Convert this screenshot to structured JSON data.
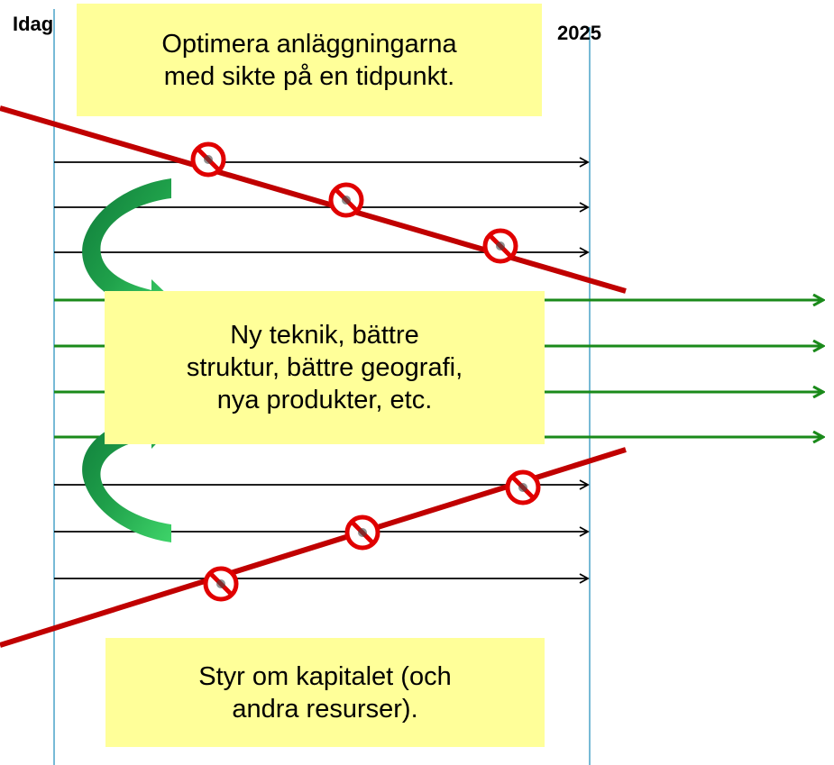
{
  "labels": {
    "today": "Idag",
    "target_year": "2025"
  },
  "boxes": {
    "optimize_line1": "Optimera anläggningarna",
    "optimize_line2": "med sikte på en tidpunkt.",
    "new_tech_line1": "Ny teknik, bättre",
    "new_tech_line2": "struktur, bättre geografi,",
    "new_tech_line3": "nya produkter, etc.",
    "capital_line1": "Styr om kapitalet (och",
    "capital_line2": "andra resurser)."
  },
  "colors": {
    "timeline": "#4aa3c8",
    "arrow_black": "#000000",
    "arrow_green": "#1a8a1a",
    "limit_line": "#c00000",
    "box_fill": "#ffff99",
    "curved_arrow": "#21a84a",
    "prohibit_red": "#e00000"
  },
  "icons": {
    "prohibit": "no-entry-icon",
    "curved_arrow": "curved-arrow-icon"
  }
}
